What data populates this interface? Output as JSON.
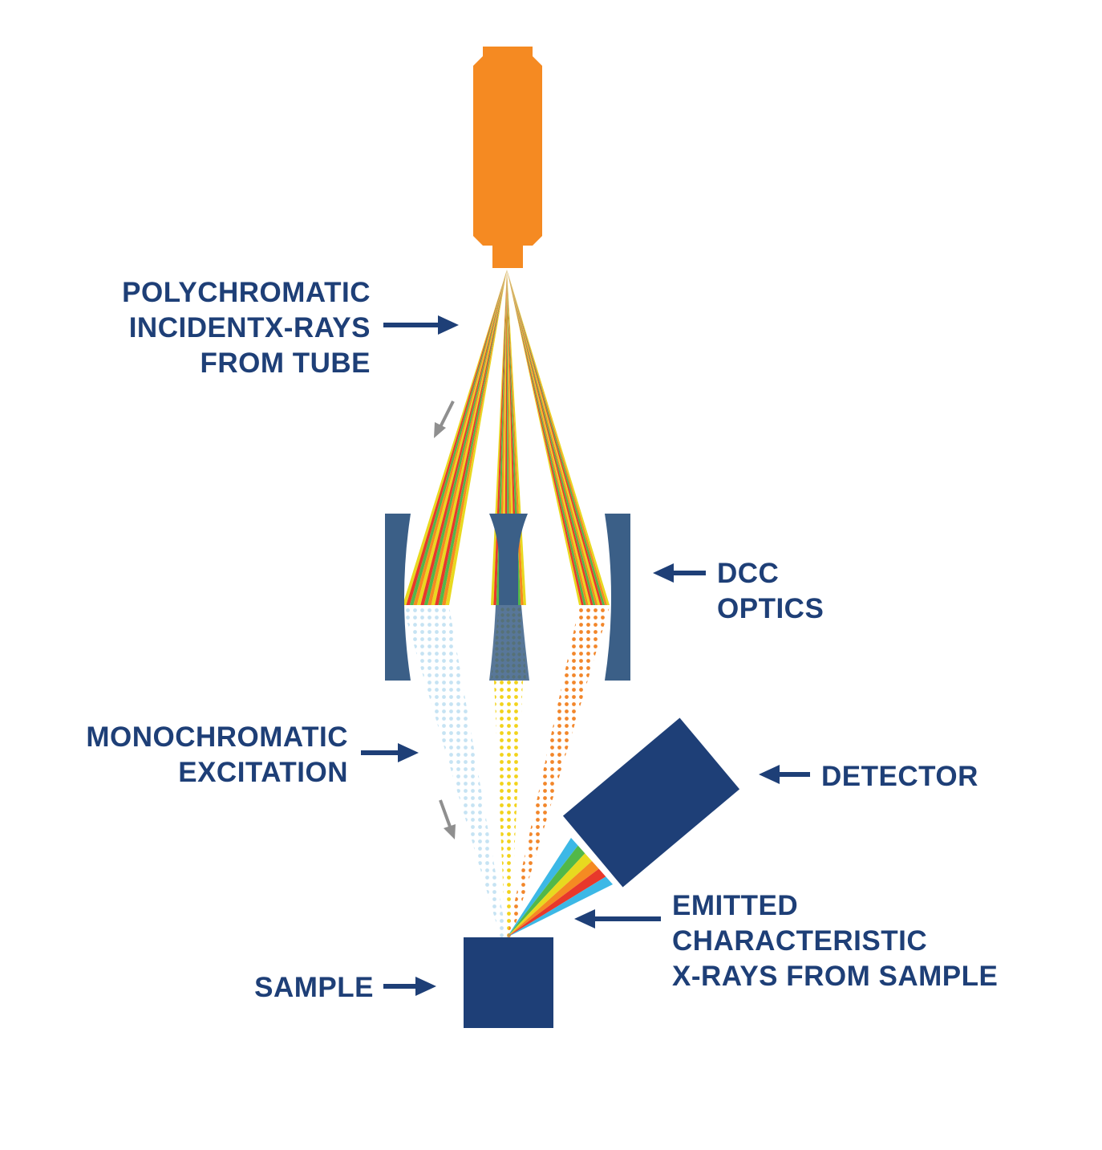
{
  "labels": {
    "polychromatic": [
      "POLYCHROMATIC",
      "INCIDENTX-RAYS",
      "FROM TUBE"
    ],
    "dcc_optics": [
      "DCC",
      "OPTICS"
    ],
    "monochromatic": [
      "MONOCHROMATIC",
      "EXCITATION"
    ],
    "detector": [
      "DETECTOR"
    ],
    "emitted": [
      "EMITTED",
      "CHARACTERISTIC",
      "X-RAYS FROM SAMPLE"
    ],
    "sample": [
      "SAMPLE"
    ]
  },
  "colors": {
    "label_text": "#1e3f77",
    "arrow": "#1e3f77",
    "tube": "#f58a22",
    "optics": "#3b5f87",
    "detector": "#1e3f77",
    "sample": "#1e3f77",
    "flow_arrow": "#8f8f8f",
    "beam_stripes": [
      "#e8d91f",
      "#e8382b",
      "#52b848",
      "#f58a22"
    ],
    "mono_left": "#c6e3f3",
    "mono_center": "#f2d31b",
    "mono_right": "#f2862a",
    "emitted_stripes": [
      "#3cb8e6",
      "#52b848",
      "#e8d91f",
      "#f58a22",
      "#e8382b",
      "#3cb8e6"
    ]
  },
  "icons": {
    "tube": "x-ray-tube-icon",
    "optics": "dcc-crystal-icon",
    "detector": "detector-icon",
    "sample": "sample-block-icon"
  }
}
